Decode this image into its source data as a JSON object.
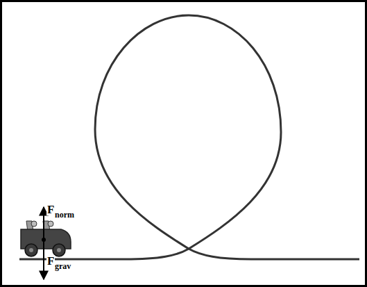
{
  "diagram": {
    "labels": [
      "F",
      "norm",
      "F",
      "grav"
    ]
  }
}
